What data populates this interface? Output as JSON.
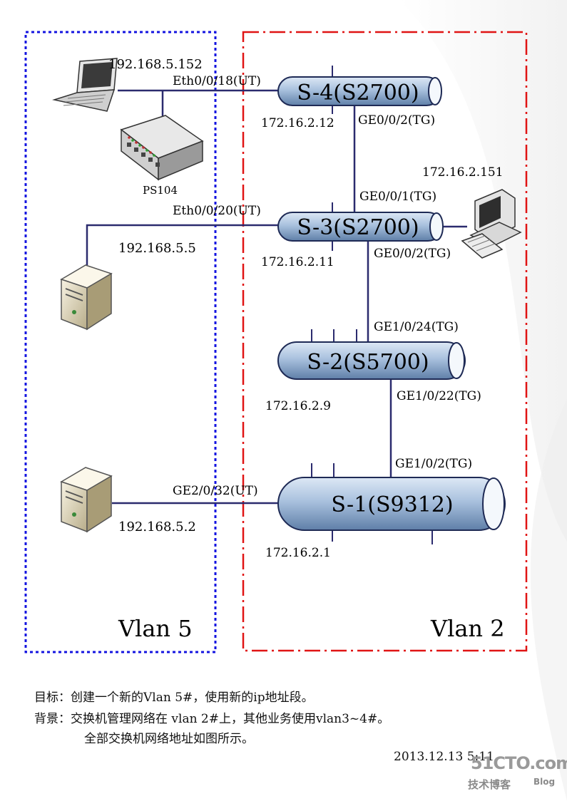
{
  "zones": {
    "vlan5_label": "Vlan 5",
    "vlan2_label": "Vlan 2"
  },
  "switches": {
    "s4": {
      "name": "S-4(S2700)",
      "ip": "172.16.2.12",
      "port_down": "GE0/0/2(TG)",
      "port_access": "Eth0/0/18(UT)"
    },
    "s3": {
      "name": "S-3(S2700)",
      "ip": "172.16.2.11",
      "port_up": "GE0/0/1(TG)",
      "port_down": "GE0/0/2(TG)",
      "port_access": "Eth0/0/20(UT)"
    },
    "s2": {
      "name": "S-2(S5700)",
      "ip": "172.16.2.9",
      "port_up": "GE1/0/24(TG)",
      "port_down": "GE1/0/22(TG)"
    },
    "s1": {
      "name": "S-1(S9312)",
      "ip": "172.16.2.1",
      "port_up": "GE1/0/2(TG)",
      "port_access": "GE2/0/32(UT)"
    }
  },
  "hosts": {
    "laptop": {
      "ip": "192.168.5.152"
    },
    "hub": {
      "label": "PS104"
    },
    "server_mid": {
      "ip": "192.168.5.5"
    },
    "server_bottom": {
      "ip": "192.168.5.2"
    },
    "pc": {
      "ip": "172.16.2.151"
    }
  },
  "notes": {
    "goal": "目标：创建一个新的Vlan 5#，使用新的ip地址段。",
    "background": "背景：交换机管理网络在 vlan 2#上，其他业务使用vlan3~4#。",
    "background2": "全部交换机网络地址如图所示。",
    "date": "2013.12.13 5:11"
  },
  "watermark": {
    "site": "51CTO.com",
    "blog_cn": "技术博客",
    "blog_en": "Blog"
  },
  "colors": {
    "vlan5_border": "#1414e0",
    "vlan2_border": "#e01414",
    "link": "#2b2b6e",
    "switch_body": "#9db8d8"
  }
}
